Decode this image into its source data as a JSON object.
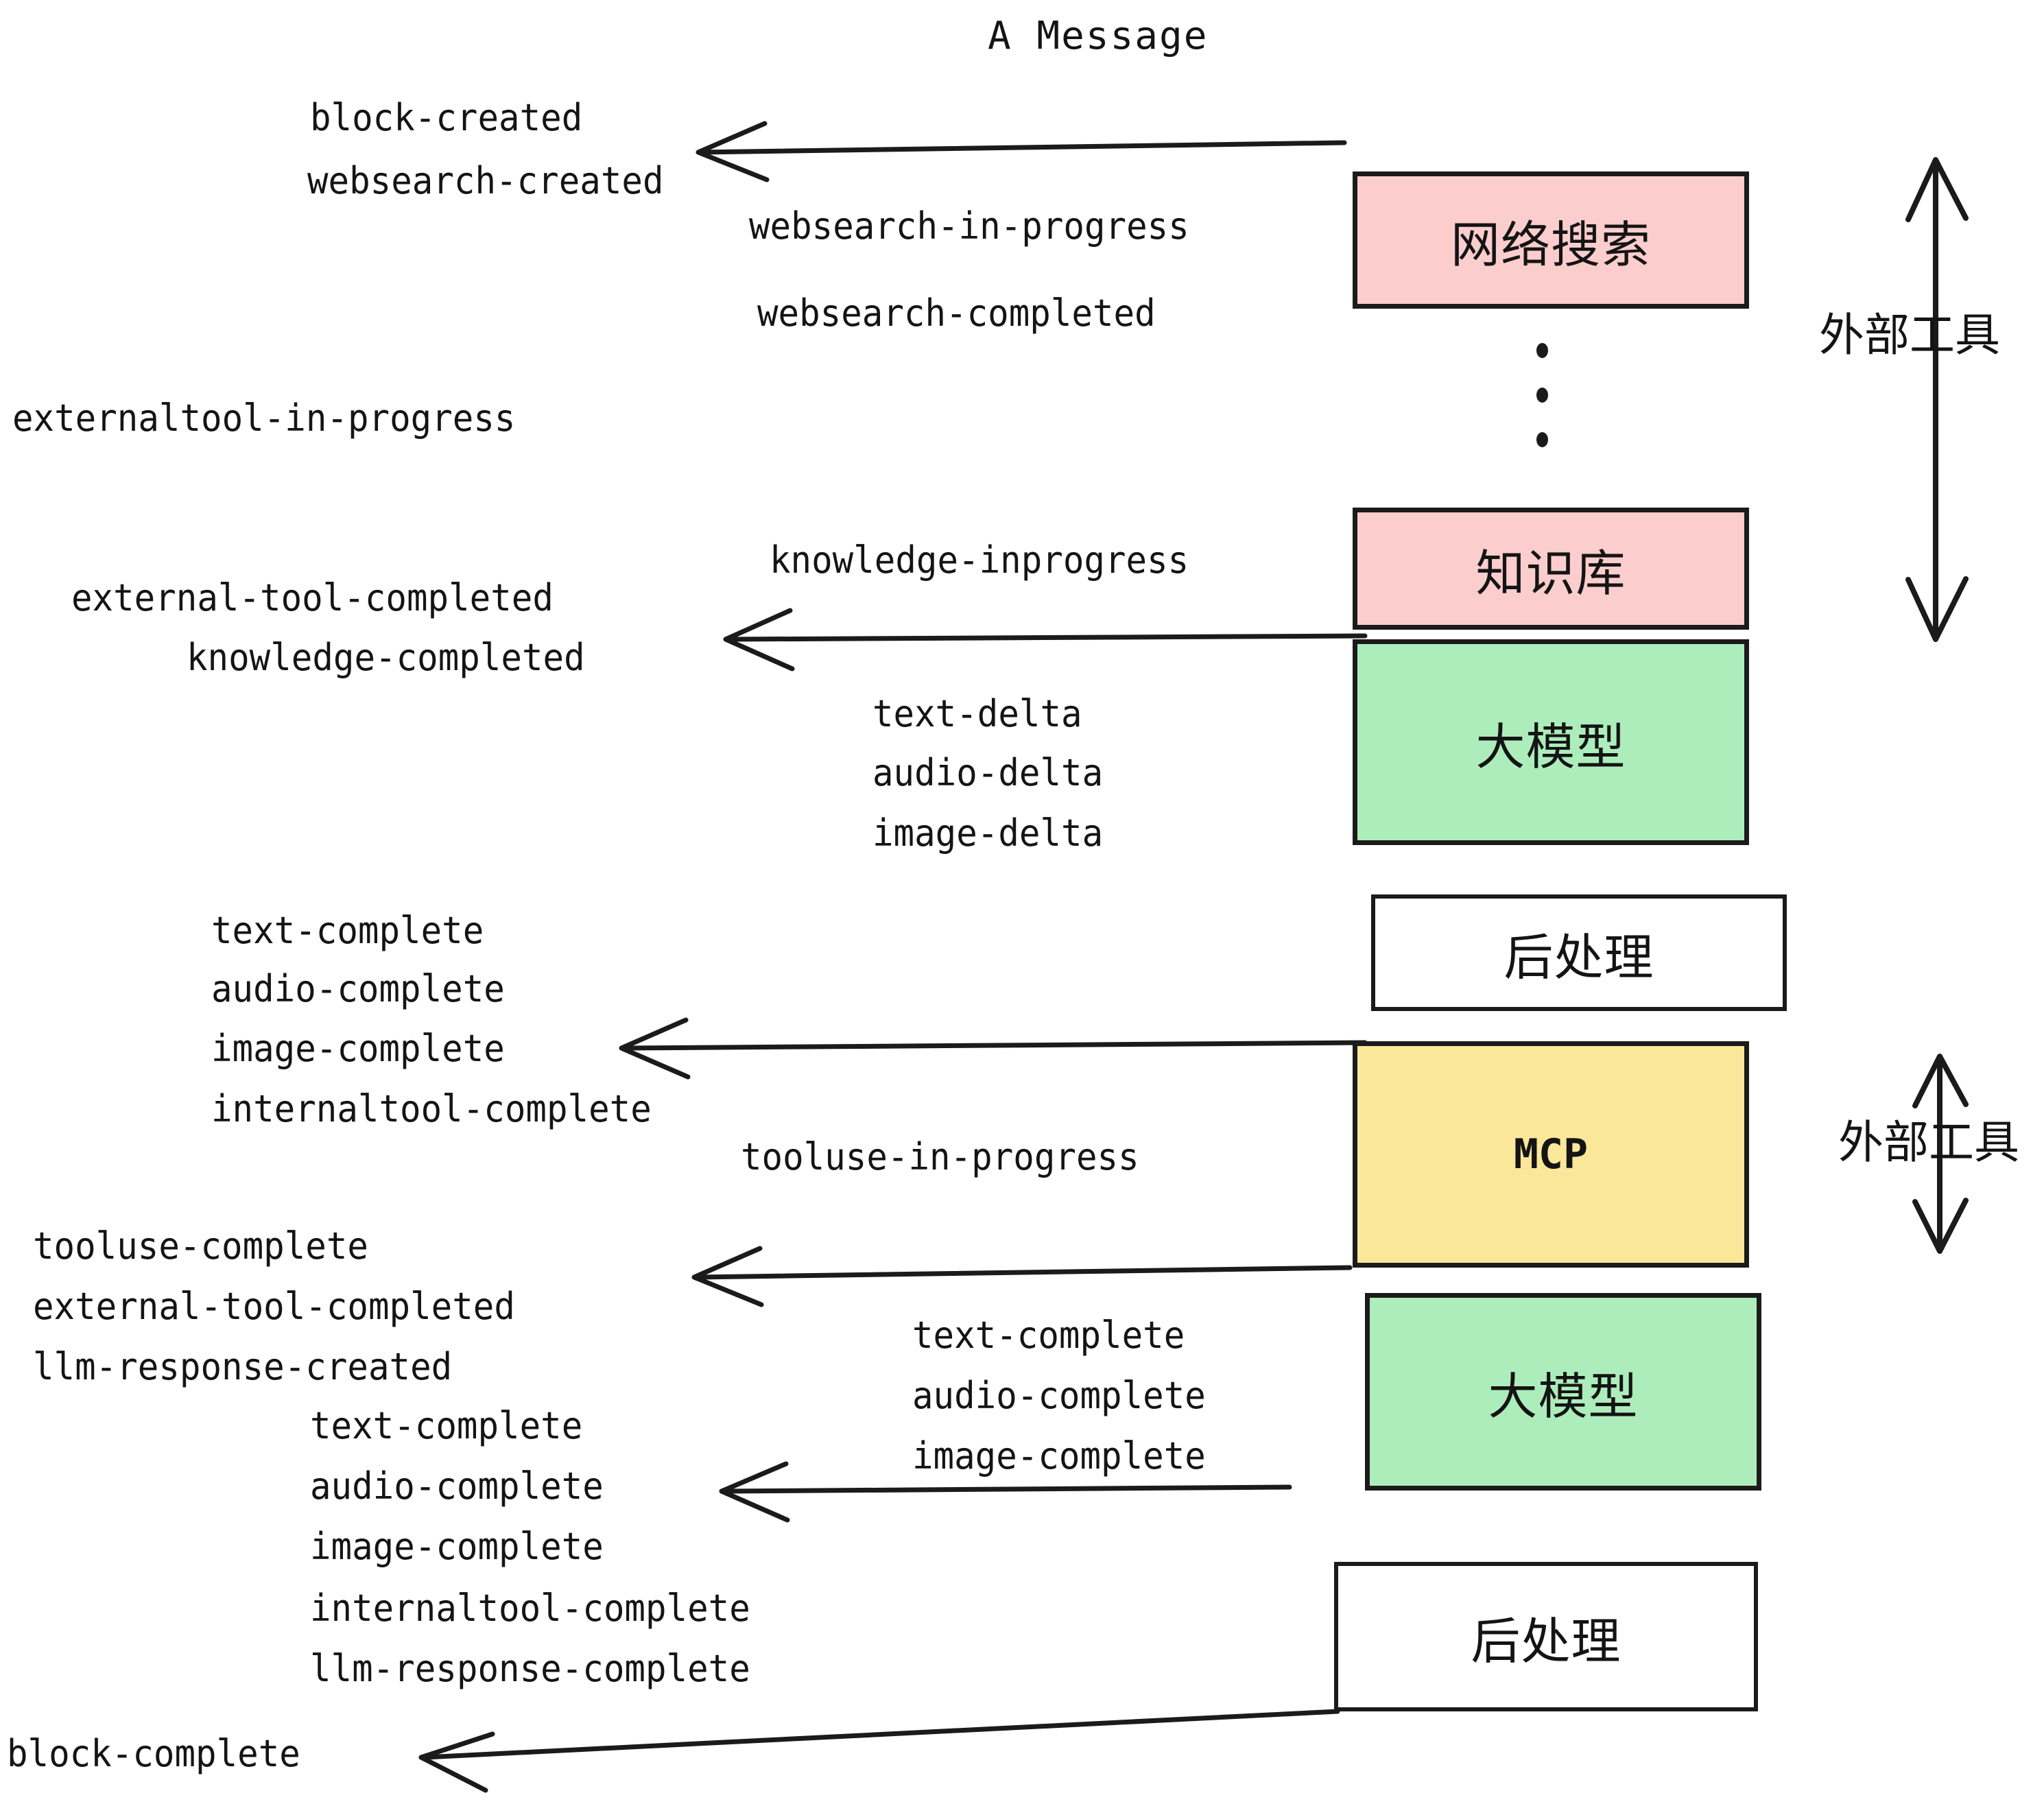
{
  "title": "A Message",
  "colors": {
    "pink": "#FBCDCD",
    "green": "#ADEDBB",
    "yellow": "#FAE79A",
    "white": "#FFFFFF",
    "stroke": "#1B1B1B",
    "text": "#141414",
    "background": "#FFFFFF"
  },
  "boxes": [
    {
      "label": "网络搜索",
      "color": "pink",
      "script": "cjk"
    },
    {
      "label": "知识库",
      "color": "pink",
      "script": "cjk"
    },
    {
      "label": "大模型",
      "color": "green",
      "script": "cjk"
    },
    {
      "label": "后处理",
      "color": "white",
      "script": "cjk"
    },
    {
      "label": "MCP",
      "color": "yellow",
      "script": "latin"
    },
    {
      "label": "大模型",
      "color": "green",
      "script": "cjk"
    },
    {
      "label": "后处理",
      "color": "white",
      "script": "cjk"
    }
  ],
  "side_labels": [
    {
      "text": "外部工具"
    },
    {
      "text": "外部工具"
    }
  ],
  "events": [
    {
      "text": "block-created"
    },
    {
      "text": "websearch-created"
    },
    {
      "text": "websearch-in-progress"
    },
    {
      "text": "websearch-completed"
    },
    {
      "text": "externaltool-in-progress"
    },
    {
      "text": "knowledge-inprogress"
    },
    {
      "text": "external-tool-completed"
    },
    {
      "text": "knowledge-completed"
    },
    {
      "text": "text-delta"
    },
    {
      "text": "audio-delta"
    },
    {
      "text": "image-delta"
    },
    {
      "text": "text-complete"
    },
    {
      "text": "audio-complete"
    },
    {
      "text": "image-complete"
    },
    {
      "text": "internaltool-complete"
    },
    {
      "text": "tooluse-in-progress"
    },
    {
      "text": "tooluse-complete"
    },
    {
      "text": "external-tool-completed"
    },
    {
      "text": "llm-response-created"
    },
    {
      "text": "text-complete"
    },
    {
      "text": "audio-complete"
    },
    {
      "text": "image-complete"
    },
    {
      "text": "internaltool-complete"
    },
    {
      "text": "llm-response-complete"
    },
    {
      "text": "block-complete"
    }
  ],
  "ellipsis": {
    "dot_count": 3
  }
}
